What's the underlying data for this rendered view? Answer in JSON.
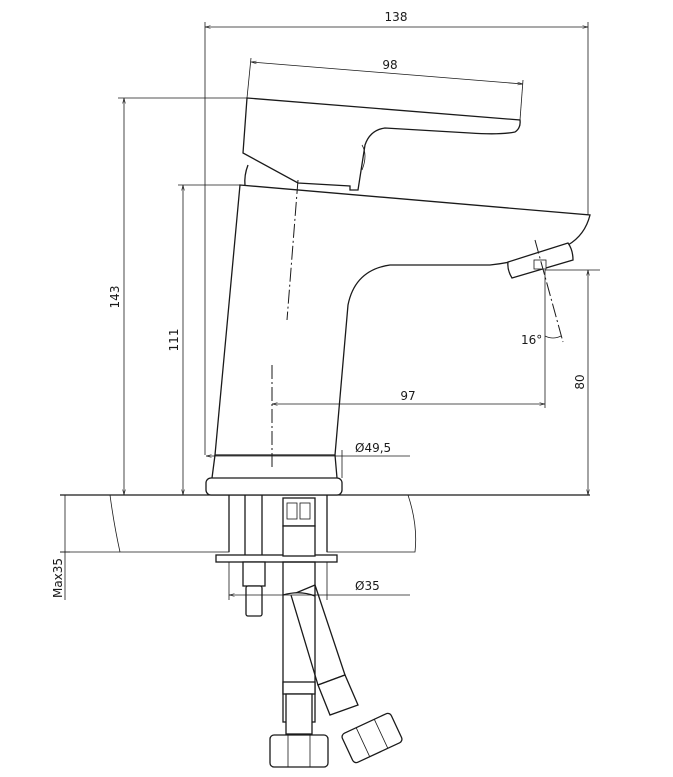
{
  "drawing": {
    "title": "Basin mixer tap dimension drawing",
    "dimensions": {
      "overall_width": "138",
      "handle_length": "98",
      "overall_height": "143",
      "body_height": "111",
      "spout_height": "80",
      "spout_reach": "97",
      "spout_angle": "16°",
      "base_diameter": "Ø49,5",
      "max_counter_thickness": "Max35",
      "hole_diameter": "Ø35"
    },
    "colors": {
      "line": "#1a1a1a",
      "background": "#ffffff"
    }
  }
}
